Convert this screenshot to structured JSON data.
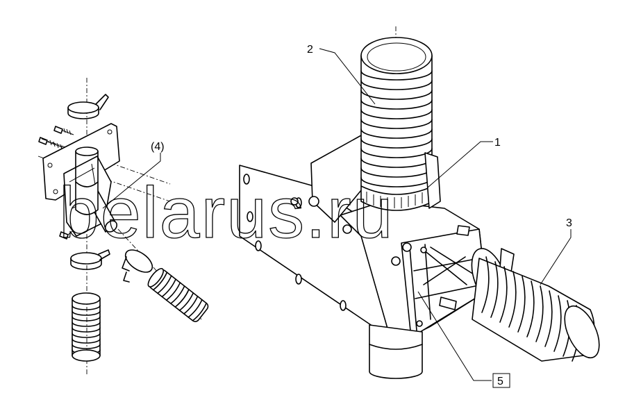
{
  "callouts": {
    "c1": "1",
    "c2": "2",
    "c3": "3",
    "c4": "(4)",
    "c5": "5"
  },
  "watermark": "belarus.ru"
}
